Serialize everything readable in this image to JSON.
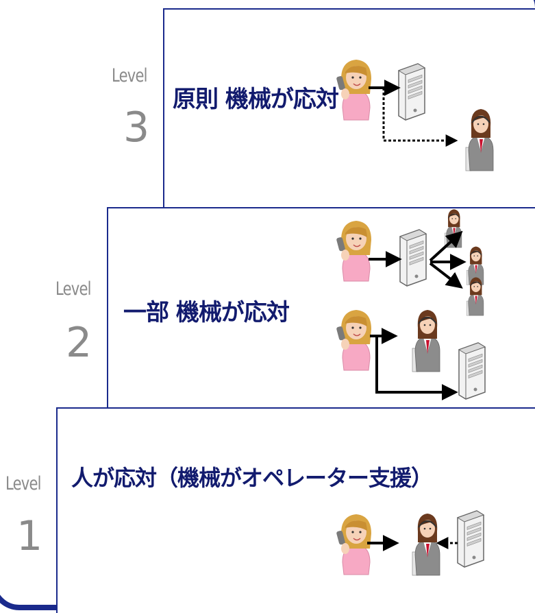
{
  "levels": [
    {
      "word": "Level",
      "number": "3",
      "title": "原則 機械が応対"
    },
    {
      "word": "Level",
      "number": "2",
      "title": "一部 機械が応対"
    },
    {
      "word": "Level",
      "number": "1",
      "title": "人が応対（機械がオペレーター支援）"
    }
  ],
  "colors": {
    "border": "#1a2a8c",
    "heading": "#121b6e",
    "level_text": "#8a8a8a",
    "customer_shirt": "#f7a9c4",
    "operator_tie": "#c8102e"
  },
  "icons": [
    "customer-icon",
    "server-icon",
    "operator-icon",
    "arrow-icon",
    "dotted-arrow-icon"
  ]
}
